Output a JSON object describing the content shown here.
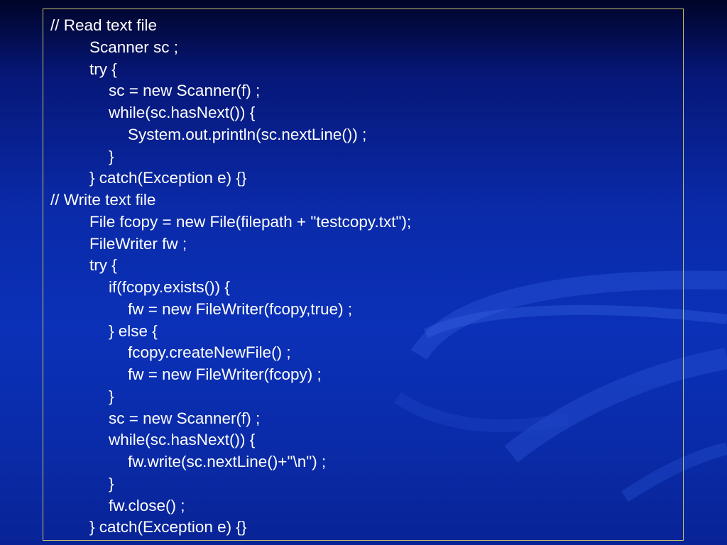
{
  "slide": {
    "code_lines": [
      {
        "text": "// Read text file",
        "indent": 0
      },
      {
        "text": "Scanner sc ;",
        "indent": 1
      },
      {
        "text": "try {",
        "indent": 1
      },
      {
        "text": "sc = new Scanner(f) ;",
        "indent": 2
      },
      {
        "text": "while(sc.hasNext()) {",
        "indent": 2
      },
      {
        "text": "System.out.println(sc.nextLine()) ;",
        "indent": 3
      },
      {
        "text": "}",
        "indent": 2
      },
      {
        "text": "} catch(Exception e) {}",
        "indent": 1
      },
      {
        "text": "// Write text file",
        "indent": 0
      },
      {
        "text": "File fcopy = new File(filepath + \"testcopy.txt\");",
        "indent": 1
      },
      {
        "text": "FileWriter fw ;",
        "indent": 1
      },
      {
        "text": "try {",
        "indent": 1
      },
      {
        "text": "if(fcopy.exists()) {",
        "indent": 2
      },
      {
        "text": "fw = new FileWriter(fcopy,true) ;",
        "indent": 3
      },
      {
        "text": "} else {",
        "indent": 2
      },
      {
        "text": "fcopy.createNewFile() ;",
        "indent": 3
      },
      {
        "text": "fw = new FileWriter(fcopy) ;",
        "indent": 3
      },
      {
        "text": "}",
        "indent": 2
      },
      {
        "text": "sc = new Scanner(f) ;",
        "indent": 2
      },
      {
        "text": "while(sc.hasNext()) {",
        "indent": 2
      },
      {
        "text": "fw.write(sc.nextLine()+\"\\n\") ;",
        "indent": 3
      },
      {
        "text": "}",
        "indent": 2
      },
      {
        "text": "fw.close() ;",
        "indent": 2
      },
      {
        "text": "} catch(Exception e) {}",
        "indent": 1
      }
    ]
  },
  "theme": {
    "background": "#0b31b8",
    "text_color": "#ffffff",
    "border_color": "#c9c66a"
  }
}
